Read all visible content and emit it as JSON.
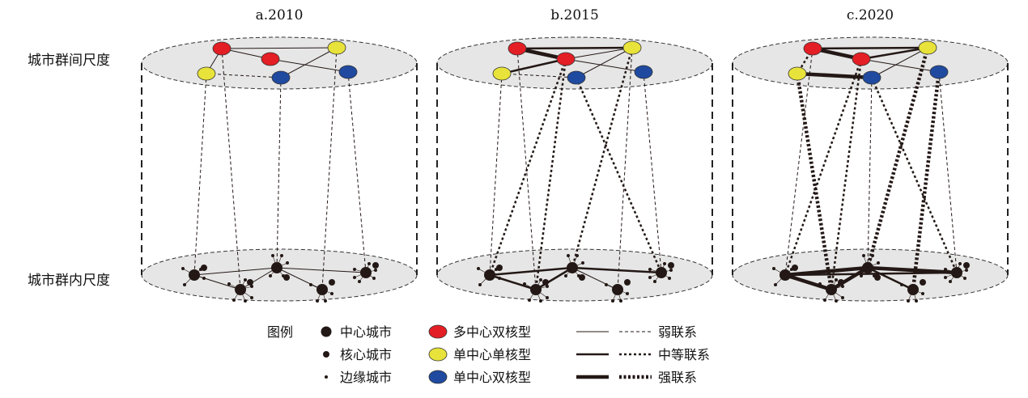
{
  "row_labels": {
    "inter": "城市群间尺度",
    "intra": "城市群内尺度"
  },
  "panels": [
    {
      "title": "a.2010",
      "top_links": [
        [
          "r1",
          "r2",
          "weak",
          "solid"
        ],
        [
          "r1",
          "y1",
          "weak",
          "solid"
        ],
        [
          "r1",
          "y2",
          "weak",
          "solid"
        ],
        [
          "y2",
          "b1",
          "weak",
          "dashed"
        ],
        [
          "y1",
          "b1",
          "weak",
          "solid"
        ],
        [
          "r2",
          "b2",
          "weak",
          "solid"
        ]
      ],
      "cross_links": [
        [
          "y2",
          "A",
          "weak"
        ],
        [
          "r1",
          "B",
          "weak"
        ],
        [
          "b1",
          "C",
          "weak"
        ],
        [
          "y1",
          "D",
          "weak"
        ],
        [
          "b2",
          "E",
          "weak"
        ]
      ],
      "bottom_links": [
        [
          "A",
          "C",
          "weak"
        ],
        [
          "A",
          "B",
          "weak"
        ],
        [
          "B",
          "C",
          "weak"
        ],
        [
          "C",
          "D",
          "weak"
        ],
        [
          "C",
          "E",
          "weak"
        ]
      ]
    },
    {
      "title": "b.2015",
      "top_links": [
        [
          "r1",
          "r2",
          "strong",
          "solid"
        ],
        [
          "r1",
          "y1",
          "medium",
          "solid"
        ],
        [
          "r2",
          "y2",
          "medium",
          "solid"
        ],
        [
          "r2",
          "y1",
          "weak",
          "solid"
        ],
        [
          "y1",
          "b1",
          "weak",
          "solid"
        ],
        [
          "r2",
          "b2",
          "weak",
          "solid"
        ],
        [
          "y2",
          "b1",
          "weak",
          "dashed"
        ]
      ],
      "cross_links": [
        [
          "y2",
          "A",
          "weak"
        ],
        [
          "r1",
          "B",
          "weak"
        ],
        [
          "r2",
          "A",
          "medium"
        ],
        [
          "r2",
          "B",
          "medium"
        ],
        [
          "b1",
          "E",
          "medium"
        ],
        [
          "y1",
          "C",
          "medium"
        ],
        [
          "y1",
          "D",
          "weak"
        ],
        [
          "b2",
          "E",
          "weak"
        ]
      ],
      "bottom_links": [
        [
          "A",
          "C",
          "medium"
        ],
        [
          "A",
          "B",
          "medium"
        ],
        [
          "B",
          "C",
          "medium"
        ],
        [
          "C",
          "D",
          "weak"
        ],
        [
          "C",
          "E",
          "medium"
        ]
      ]
    },
    {
      "title": "c.2020",
      "top_links": [
        [
          "r1",
          "r2",
          "strong",
          "solid"
        ],
        [
          "r1",
          "y1",
          "medium",
          "solid"
        ],
        [
          "r2",
          "y1",
          "medium",
          "solid"
        ],
        [
          "y2",
          "b1",
          "strong",
          "solid"
        ],
        [
          "r1",
          "y2",
          "medium",
          "dotted"
        ],
        [
          "y1",
          "b1",
          "weak",
          "solid"
        ],
        [
          "r2",
          "b2",
          "weak",
          "solid"
        ]
      ],
      "cross_links": [
        [
          "y2",
          "B",
          "strong"
        ],
        [
          "r1",
          "A",
          "weak"
        ],
        [
          "r2",
          "A",
          "medium"
        ],
        [
          "r2",
          "B",
          "medium"
        ],
        [
          "b1",
          "E",
          "medium"
        ],
        [
          "y1",
          "C",
          "strong"
        ],
        [
          "b2",
          "D",
          "strong"
        ],
        [
          "b1",
          "C",
          "weak"
        ],
        [
          "b2",
          "E",
          "weak"
        ]
      ],
      "bottom_links": [
        [
          "A",
          "C",
          "strong"
        ],
        [
          "A",
          "B",
          "strong"
        ],
        [
          "B",
          "C",
          "strong"
        ],
        [
          "C",
          "D",
          "medium"
        ],
        [
          "C",
          "E",
          "strong"
        ],
        [
          "A",
          "E",
          "medium"
        ]
      ]
    }
  ],
  "legend": {
    "title": "图例",
    "city_types": [
      "中心城市",
      "核心城市",
      "边缘城市"
    ],
    "group_types": [
      {
        "label": "多中心双核型",
        "color": "#e31e24"
      },
      {
        "label": "单中心单核型",
        "color": "#e8e33a"
      },
      {
        "label": "单中心双核型",
        "color": "#1f4aa0"
      }
    ],
    "link_types": [
      "弱联系",
      "中等联系",
      "强联系"
    ]
  },
  "colors": {
    "ellipse_fill": "#e6e6e6",
    "red": "#e31e24",
    "yellow": "#e8e33a",
    "blue": "#1f4aa0",
    "ink": "#231815"
  }
}
